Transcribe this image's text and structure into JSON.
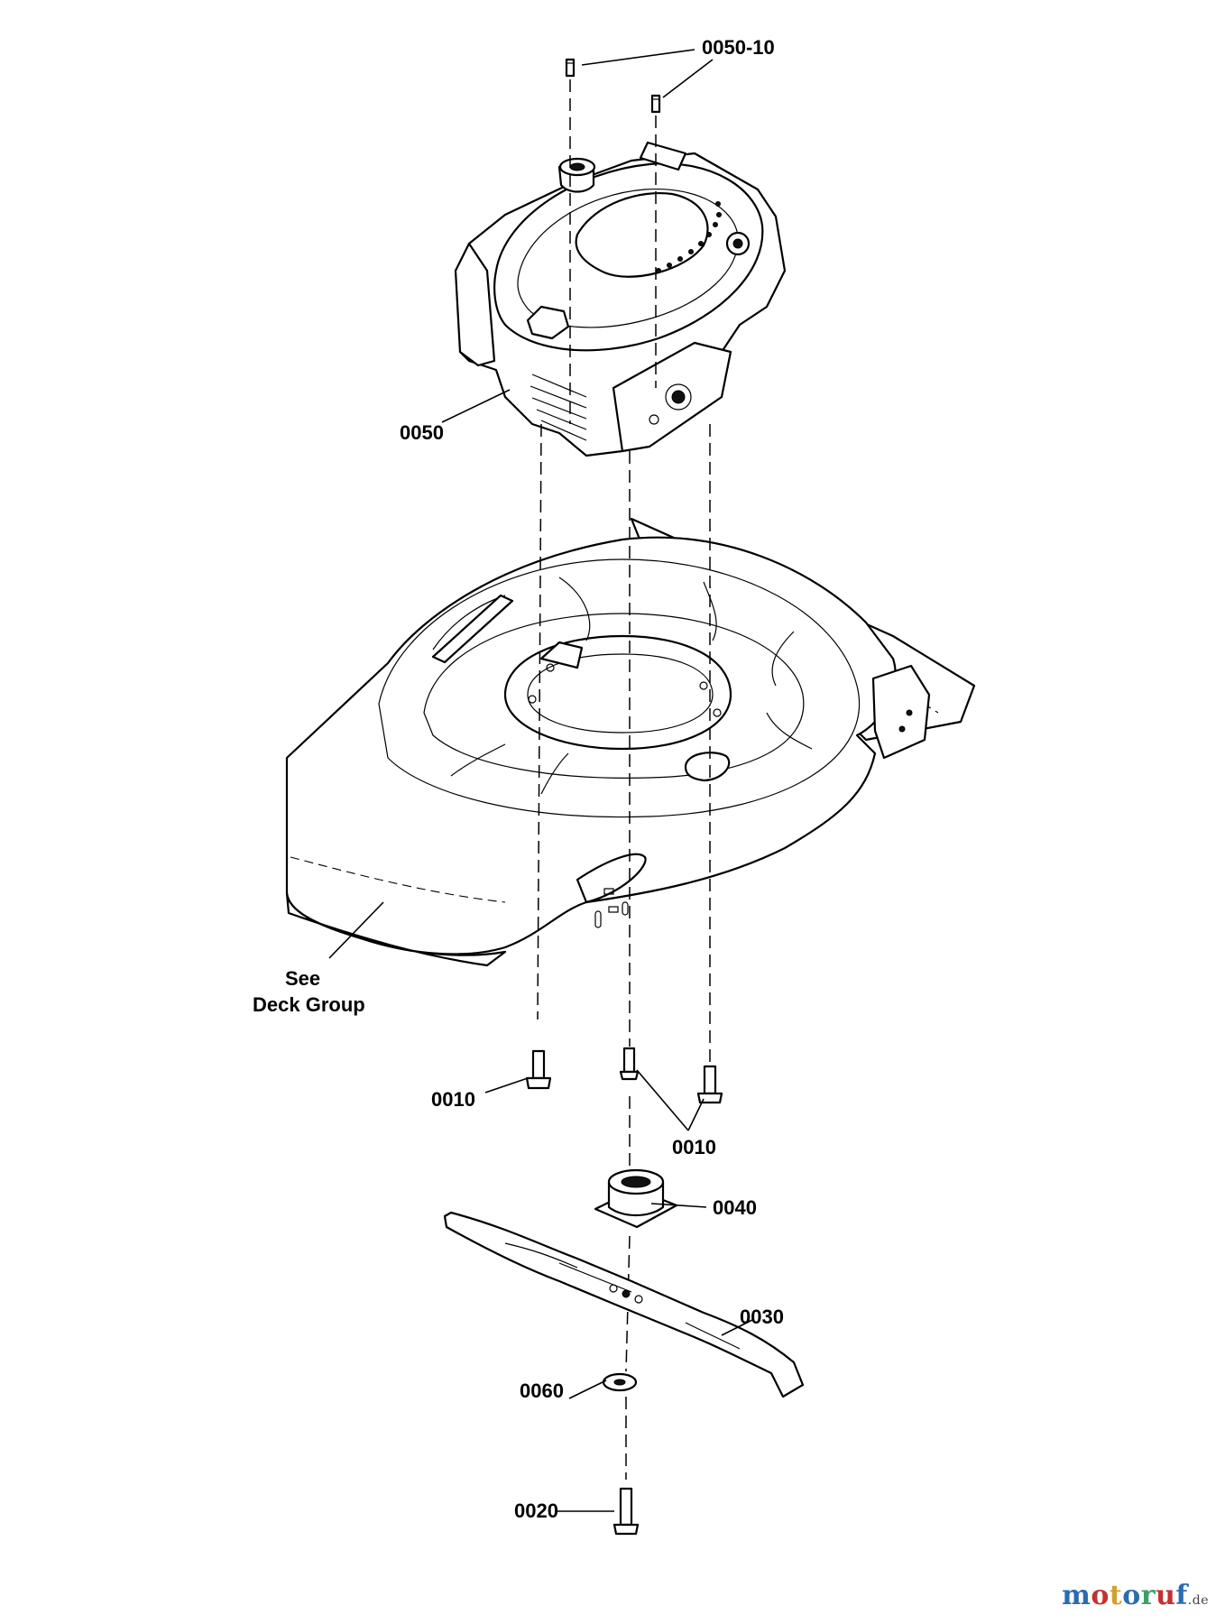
{
  "callouts": {
    "c0050_10": "0050-10",
    "c0050": "0050",
    "see": "See",
    "deck_group": "Deck Group",
    "c0010_left": "0010",
    "c0010_right": "0010",
    "c0040": "0040",
    "c0030": "0030",
    "c0060": "0060",
    "c0020": "0020"
  },
  "watermark": {
    "letters": [
      "m",
      "o",
      "t",
      "o",
      "r",
      "u",
      "f"
    ],
    "colors": [
      "#2b6cb0",
      "#c53030",
      "#d69e2e",
      "#2b6cb0",
      "#38a169",
      "#c53030",
      "#2b6cb0"
    ],
    "tld": ".de"
  }
}
